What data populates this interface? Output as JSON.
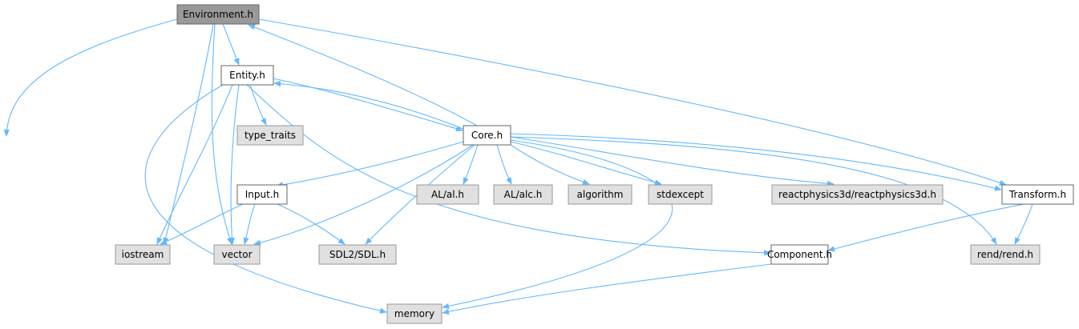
{
  "colors": {
    "root_fill": "#999999",
    "root_stroke": "#666666",
    "file_fill": "#ffffff",
    "file_stroke": "#666666",
    "system_fill": "#e0e0e0",
    "system_stroke": "#999999",
    "edge": "#63b8ff",
    "text": "#000000"
  },
  "nodes": [
    {
      "id": "environment",
      "label": "Environment.h",
      "kind": "root"
    },
    {
      "id": "entity",
      "label": "Entity.h",
      "kind": "file"
    },
    {
      "id": "type_traits",
      "label": "type_traits",
      "kind": "system"
    },
    {
      "id": "core",
      "label": "Core.h",
      "kind": "file"
    },
    {
      "id": "input",
      "label": "Input.h",
      "kind": "file"
    },
    {
      "id": "al_al",
      "label": "AL/al.h",
      "kind": "system"
    },
    {
      "id": "al_alc",
      "label": "AL/alc.h",
      "kind": "system"
    },
    {
      "id": "algorithm",
      "label": "algorithm",
      "kind": "system"
    },
    {
      "id": "stdexcept",
      "label": "stdexcept",
      "kind": "system"
    },
    {
      "id": "reactphysics",
      "label": "reactphysics3d/reactphysics3d.h",
      "kind": "system"
    },
    {
      "id": "transform",
      "label": "Transform.h",
      "kind": "file"
    },
    {
      "id": "iostream",
      "label": "iostream",
      "kind": "system"
    },
    {
      "id": "vector",
      "label": "vector",
      "kind": "system"
    },
    {
      "id": "sdl",
      "label": "SDL2/SDL.h",
      "kind": "system"
    },
    {
      "id": "component",
      "label": "Component.h",
      "kind": "file"
    },
    {
      "id": "rend",
      "label": "rend/rend.h",
      "kind": "system"
    },
    {
      "id": "memory",
      "label": "memory",
      "kind": "system"
    }
  ],
  "edges": [
    {
      "from": "environment",
      "to": "entity"
    },
    {
      "from": "environment",
      "to": "iostream"
    },
    {
      "from": "environment",
      "to": "vector"
    },
    {
      "from": "environment",
      "to": "memory"
    },
    {
      "from": "environment",
      "to": "transform"
    },
    {
      "from": "entity",
      "to": "type_traits"
    },
    {
      "from": "entity",
      "to": "core"
    },
    {
      "from": "entity",
      "to": "iostream"
    },
    {
      "from": "entity",
      "to": "vector"
    },
    {
      "from": "entity",
      "to": "memory"
    },
    {
      "from": "entity",
      "to": "component"
    },
    {
      "from": "core",
      "to": "entity"
    },
    {
      "from": "core",
      "to": "environment"
    },
    {
      "from": "core",
      "to": "input"
    },
    {
      "from": "core",
      "to": "al_al"
    },
    {
      "from": "core",
      "to": "al_alc"
    },
    {
      "from": "core",
      "to": "algorithm"
    },
    {
      "from": "core",
      "to": "stdexcept"
    },
    {
      "from": "core",
      "to": "reactphysics"
    },
    {
      "from": "core",
      "to": "transform"
    },
    {
      "from": "core",
      "to": "rend"
    },
    {
      "from": "core",
      "to": "vector"
    },
    {
      "from": "core",
      "to": "sdl"
    },
    {
      "from": "core",
      "to": "memory"
    },
    {
      "from": "input",
      "to": "iostream"
    },
    {
      "from": "input",
      "to": "vector"
    },
    {
      "from": "input",
      "to": "sdl"
    },
    {
      "from": "transform",
      "to": "component"
    },
    {
      "from": "transform",
      "to": "rend"
    },
    {
      "from": "component",
      "to": "memory"
    }
  ]
}
